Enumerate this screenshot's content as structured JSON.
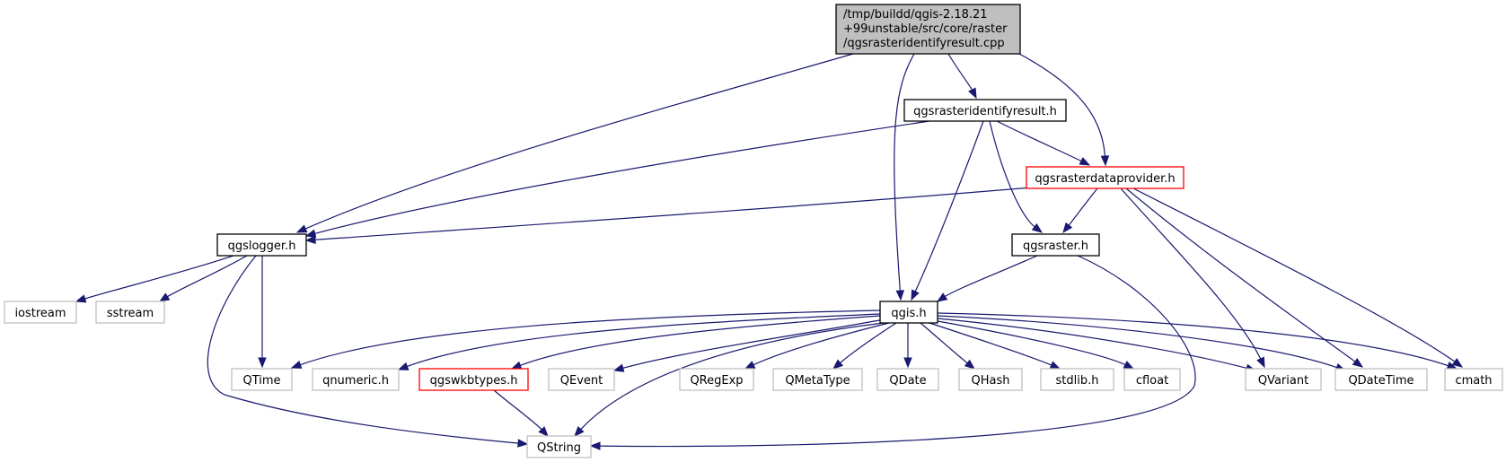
{
  "colors": {
    "edge": "#191970",
    "root_fill": "#bfbfbf",
    "normal_border": "#000000",
    "external_border": "#bfbfbf",
    "truncated_border": "#ff0000"
  },
  "nodes": [
    {
      "id": "root",
      "lines": [
        "/tmp/buildd/qgis-2.18.21",
        "+99unstable/src/core/raster",
        "/qgsrasteridentifyresult.cpp"
      ],
      "kind": "root"
    },
    {
      "id": "identifyresult_h",
      "lines": [
        "qgsrasteridentifyresult.h"
      ],
      "kind": "normal"
    },
    {
      "id": "dataprovider_h",
      "lines": [
        "qgsrasterdataprovider.h"
      ],
      "kind": "truncated"
    },
    {
      "id": "logger_h",
      "lines": [
        "qgslogger.h"
      ],
      "kind": "normal"
    },
    {
      "id": "raster_h",
      "lines": [
        "qgsraster.h"
      ],
      "kind": "normal"
    },
    {
      "id": "qgis_h",
      "lines": [
        "qgis.h"
      ],
      "kind": "normal"
    },
    {
      "id": "iostream",
      "lines": [
        "iostream"
      ],
      "kind": "external"
    },
    {
      "id": "sstream",
      "lines": [
        "sstream"
      ],
      "kind": "external"
    },
    {
      "id": "QTime",
      "lines": [
        "QTime"
      ],
      "kind": "external"
    },
    {
      "id": "qnumeric_h",
      "lines": [
        "qnumeric.h"
      ],
      "kind": "external"
    },
    {
      "id": "wkbtypes_h",
      "lines": [
        "qgswkbtypes.h"
      ],
      "kind": "truncated"
    },
    {
      "id": "QEvent",
      "lines": [
        "QEvent"
      ],
      "kind": "external"
    },
    {
      "id": "QRegExp",
      "lines": [
        "QRegExp"
      ],
      "kind": "external"
    },
    {
      "id": "QMetaType",
      "lines": [
        "QMetaType"
      ],
      "kind": "external"
    },
    {
      "id": "QDate",
      "lines": [
        "QDate"
      ],
      "kind": "external"
    },
    {
      "id": "QHash",
      "lines": [
        "QHash"
      ],
      "kind": "external"
    },
    {
      "id": "stdlib_h",
      "lines": [
        "stdlib.h"
      ],
      "kind": "external"
    },
    {
      "id": "cfloat",
      "lines": [
        "cfloat"
      ],
      "kind": "external"
    },
    {
      "id": "QVariant",
      "lines": [
        "QVariant"
      ],
      "kind": "external"
    },
    {
      "id": "QDateTime",
      "lines": [
        "QDateTime"
      ],
      "kind": "external"
    },
    {
      "id": "cmath",
      "lines": [
        "cmath"
      ],
      "kind": "external"
    },
    {
      "id": "QString",
      "lines": [
        "QString"
      ],
      "kind": "external"
    }
  ],
  "edges": [
    {
      "from": "root",
      "to": "logger_h"
    },
    {
      "from": "root",
      "to": "qgis_h"
    },
    {
      "from": "root",
      "to": "identifyresult_h"
    },
    {
      "from": "root",
      "to": "dataprovider_h"
    },
    {
      "from": "identifyresult_h",
      "to": "logger_h"
    },
    {
      "from": "identifyresult_h",
      "to": "qgis_h"
    },
    {
      "from": "identifyresult_h",
      "to": "raster_h"
    },
    {
      "from": "identifyresult_h",
      "to": "dataprovider_h"
    },
    {
      "from": "dataprovider_h",
      "to": "logger_h"
    },
    {
      "from": "dataprovider_h",
      "to": "raster_h"
    },
    {
      "from": "dataprovider_h",
      "to": "QVariant"
    },
    {
      "from": "dataprovider_h",
      "to": "QDateTime"
    },
    {
      "from": "dataprovider_h",
      "to": "cmath"
    },
    {
      "from": "logger_h",
      "to": "iostream"
    },
    {
      "from": "logger_h",
      "to": "sstream"
    },
    {
      "from": "logger_h",
      "to": "QTime"
    },
    {
      "from": "logger_h",
      "to": "QString"
    },
    {
      "from": "raster_h",
      "to": "qgis_h"
    },
    {
      "from": "raster_h",
      "to": "QString"
    },
    {
      "from": "qgis_h",
      "to": "QTime"
    },
    {
      "from": "qgis_h",
      "to": "qnumeric_h"
    },
    {
      "from": "qgis_h",
      "to": "wkbtypes_h"
    },
    {
      "from": "qgis_h",
      "to": "QEvent"
    },
    {
      "from": "qgis_h",
      "to": "QRegExp"
    },
    {
      "from": "qgis_h",
      "to": "QMetaType"
    },
    {
      "from": "qgis_h",
      "to": "QDate"
    },
    {
      "from": "qgis_h",
      "to": "QHash"
    },
    {
      "from": "qgis_h",
      "to": "stdlib_h"
    },
    {
      "from": "qgis_h",
      "to": "cfloat"
    },
    {
      "from": "qgis_h",
      "to": "QVariant"
    },
    {
      "from": "qgis_h",
      "to": "QDateTime"
    },
    {
      "from": "qgis_h",
      "to": "cmath"
    },
    {
      "from": "qgis_h",
      "to": "QString"
    },
    {
      "from": "wkbtypes_h",
      "to": "QString"
    }
  ]
}
